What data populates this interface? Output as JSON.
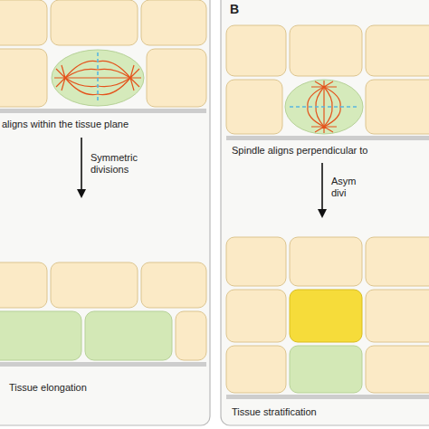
{
  "diagram": {
    "labels": [
      "B",
      "aligns within the tissue plane",
      "Symmetric divisions",
      "Tissue elongation",
      "Spindle aligns perpendicular to",
      "Asym divi",
      "Tissue stratification"
    ]
  }
}
